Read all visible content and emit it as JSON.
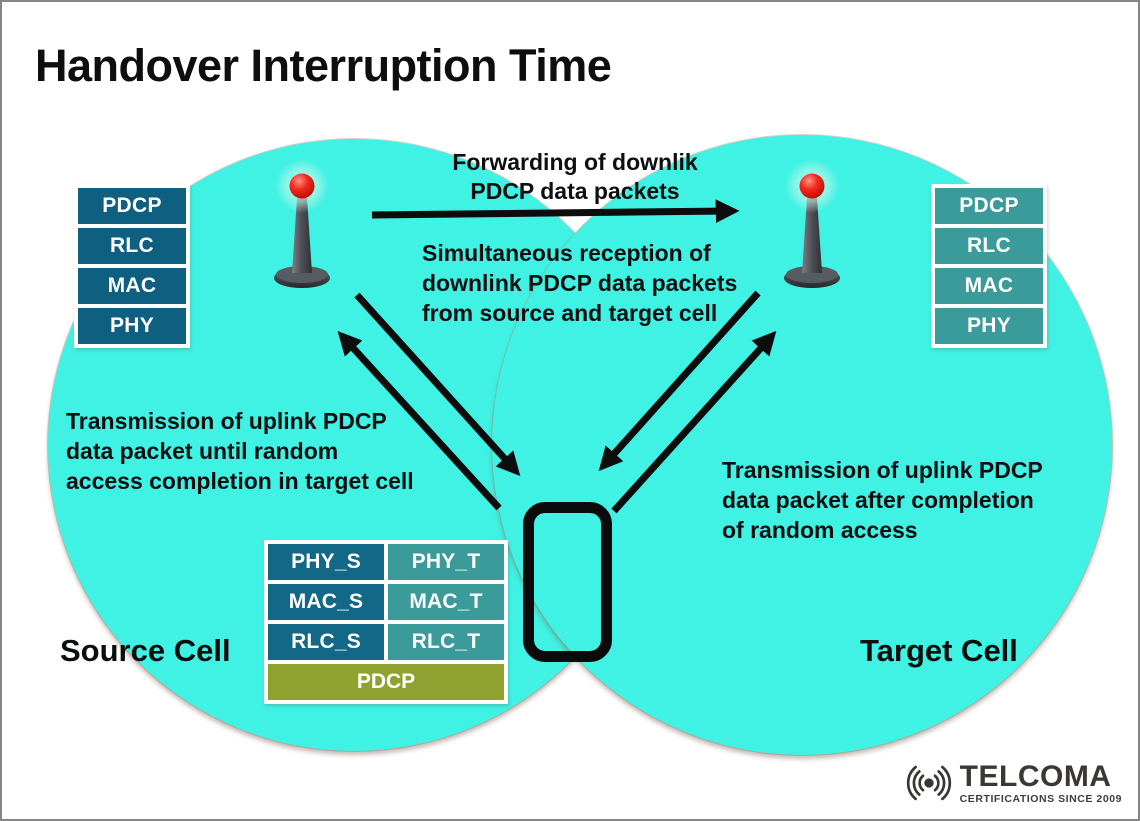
{
  "title": "Handover Interruption Time",
  "colors": {
    "cell_fill": "#3ff2e3",
    "source_layer_box": "#0f6080",
    "target_layer_box": "#3b9b9a",
    "common_pdcp_box": "#8fa22f",
    "arrow_black": "#0d0d0d",
    "antenna_light_red": "#e8201a",
    "logo_gray": "#3b3735"
  },
  "source_stack": {
    "layers": [
      "PDCP",
      "RLC",
      "MAC",
      "PHY"
    ]
  },
  "target_stack": {
    "layers": [
      "PDCP",
      "RLC",
      "MAC",
      "PHY"
    ]
  },
  "annotations": {
    "forwarding": {
      "line1": "Forwarding of downlik",
      "line2": "PDCP data packets"
    },
    "simultaneous": {
      "line1": "Simultaneous reception of",
      "line2": "downlink PDCP data packets",
      "line3": "from source and target cell"
    },
    "uplink_source": {
      "line1": "Transmission of uplink PDCP",
      "line2": "data packet until random",
      "line3": "access completion in target cell"
    },
    "uplink_target": {
      "line1": "Transmission of uplink PDCP",
      "line2": "data packet after completion",
      "line3": "of random access"
    }
  },
  "ue_stack": {
    "rows": [
      {
        "source": "PHY_S",
        "target": "PHY_T"
      },
      {
        "source": "MAC_S",
        "target": "MAC_T"
      },
      {
        "source": "RLC_S",
        "target": "RLC_T"
      }
    ],
    "common": "PDCP"
  },
  "cell_labels": {
    "source": "Source Cell",
    "target": "Target Cell"
  },
  "logo": {
    "brand": "TELCOMA",
    "tagline": "CERTIFICATIONS SINCE 2009"
  }
}
